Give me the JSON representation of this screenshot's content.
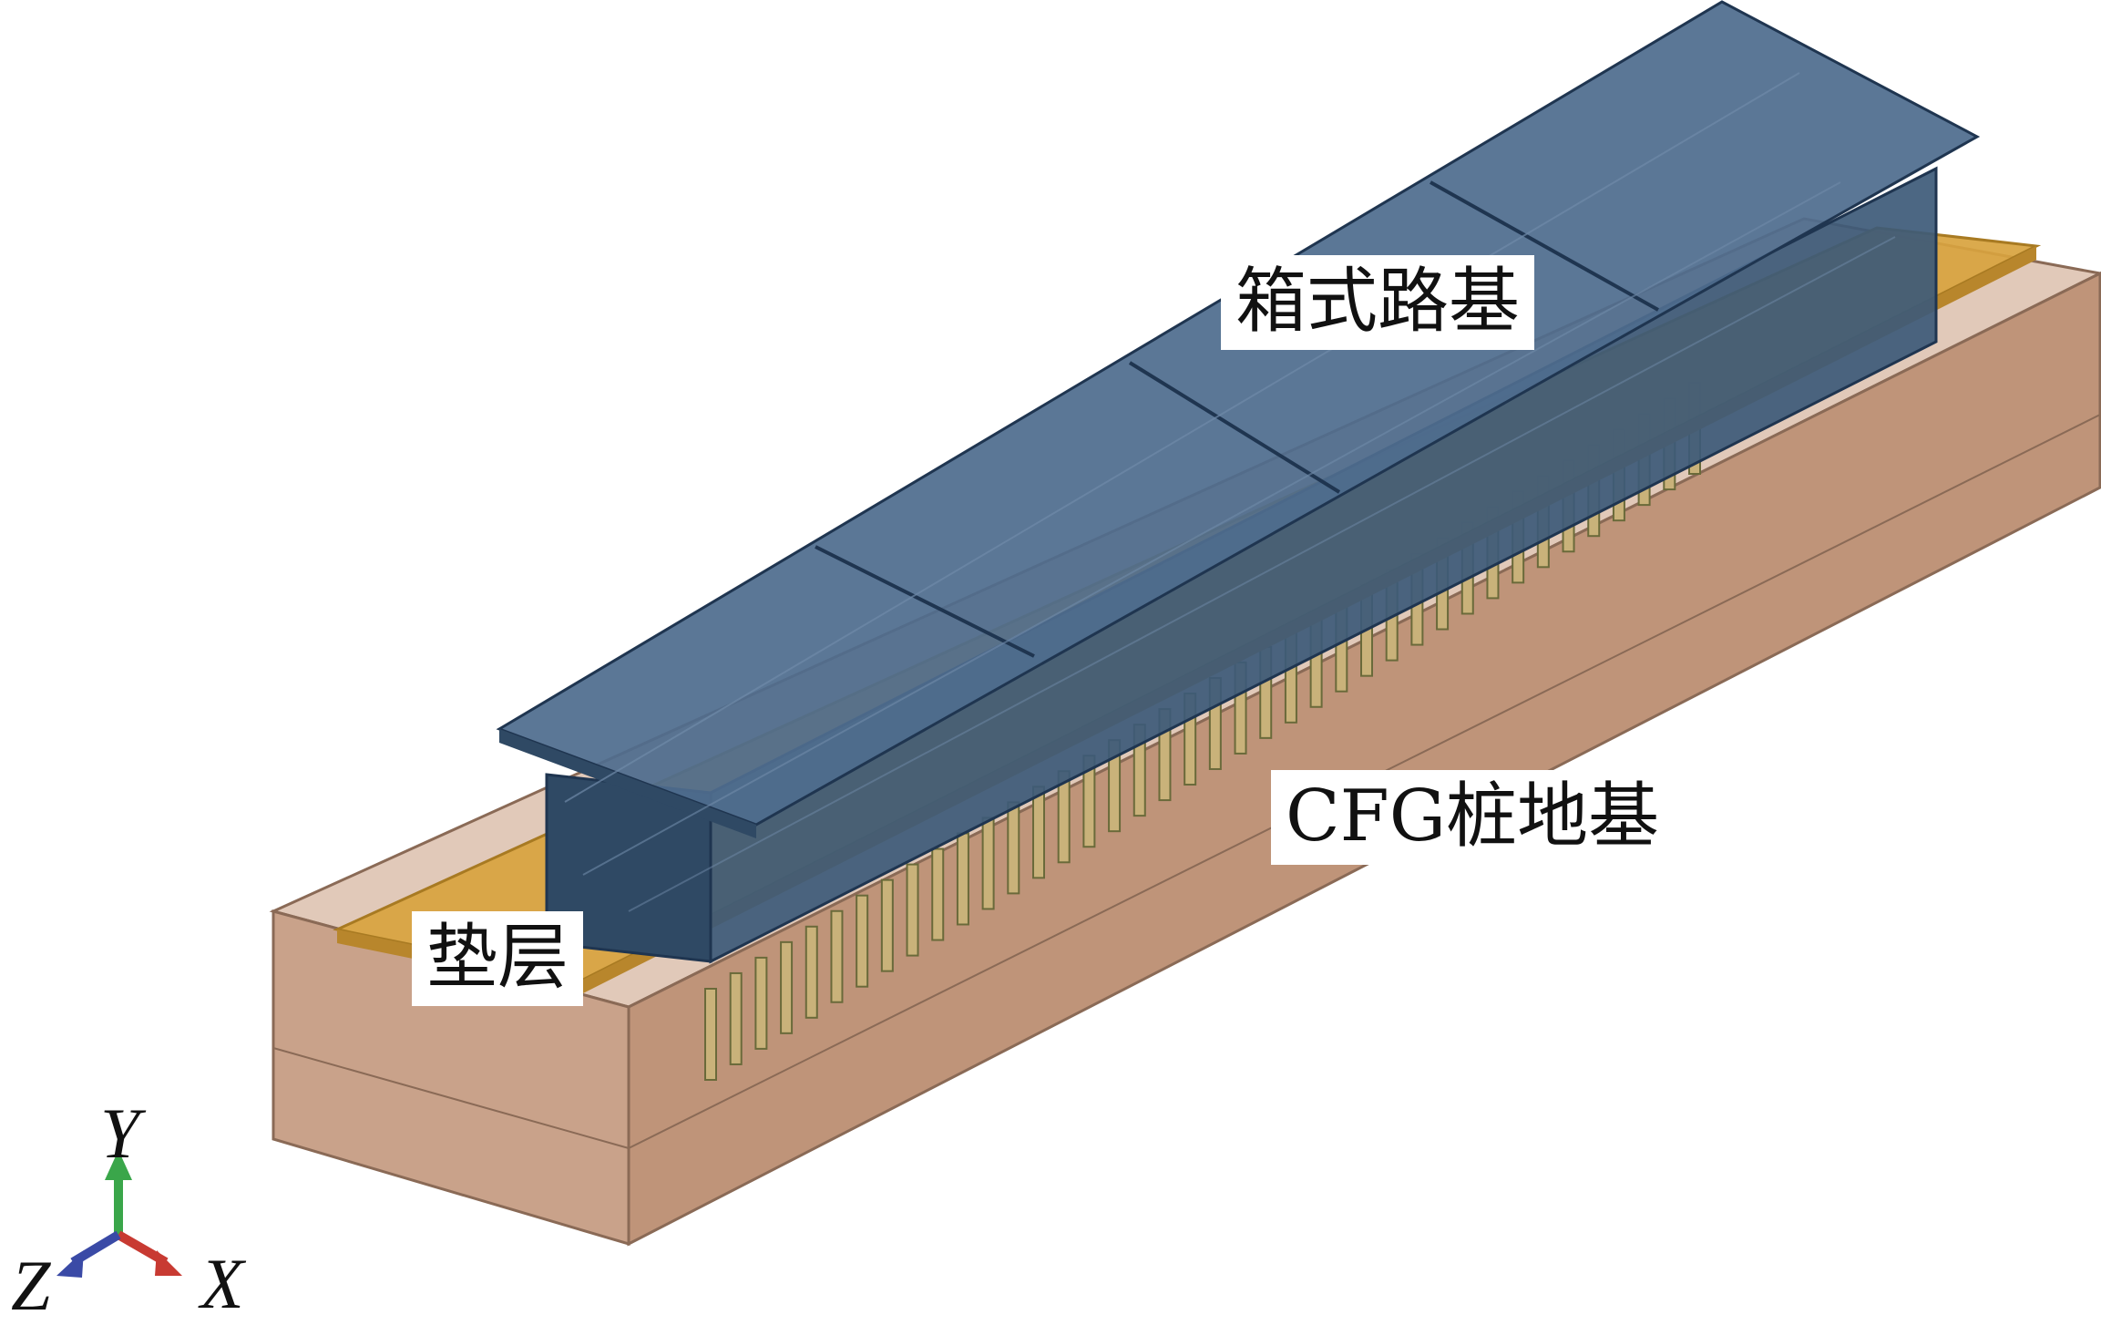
{
  "labels": {
    "box_subgrade": "箱式路基",
    "cfg_foundation": "CFG桩地基",
    "cushion_layer": "垫层"
  },
  "axes": {
    "y": "Y",
    "z": "Z",
    "x": "X"
  },
  "colors": {
    "soil_face": "#c9a28a",
    "soil_top": "#dcc0ad",
    "soil_edge": "#8a6a56",
    "cushion": "#d8a33e",
    "cushion_edge": "#a87a22",
    "pile": "#c9b27a",
    "pile_edge": "#6a6a3a",
    "box_face": "#3d5a78",
    "box_top": "#4f6d8e",
    "box_edge": "#1f3550",
    "axis_y": "#3aa64a",
    "axis_x": "#c83a32",
    "axis_z": "#3a4aa6"
  },
  "model": {
    "segments": 4,
    "pile_rows_visible": 40
  }
}
